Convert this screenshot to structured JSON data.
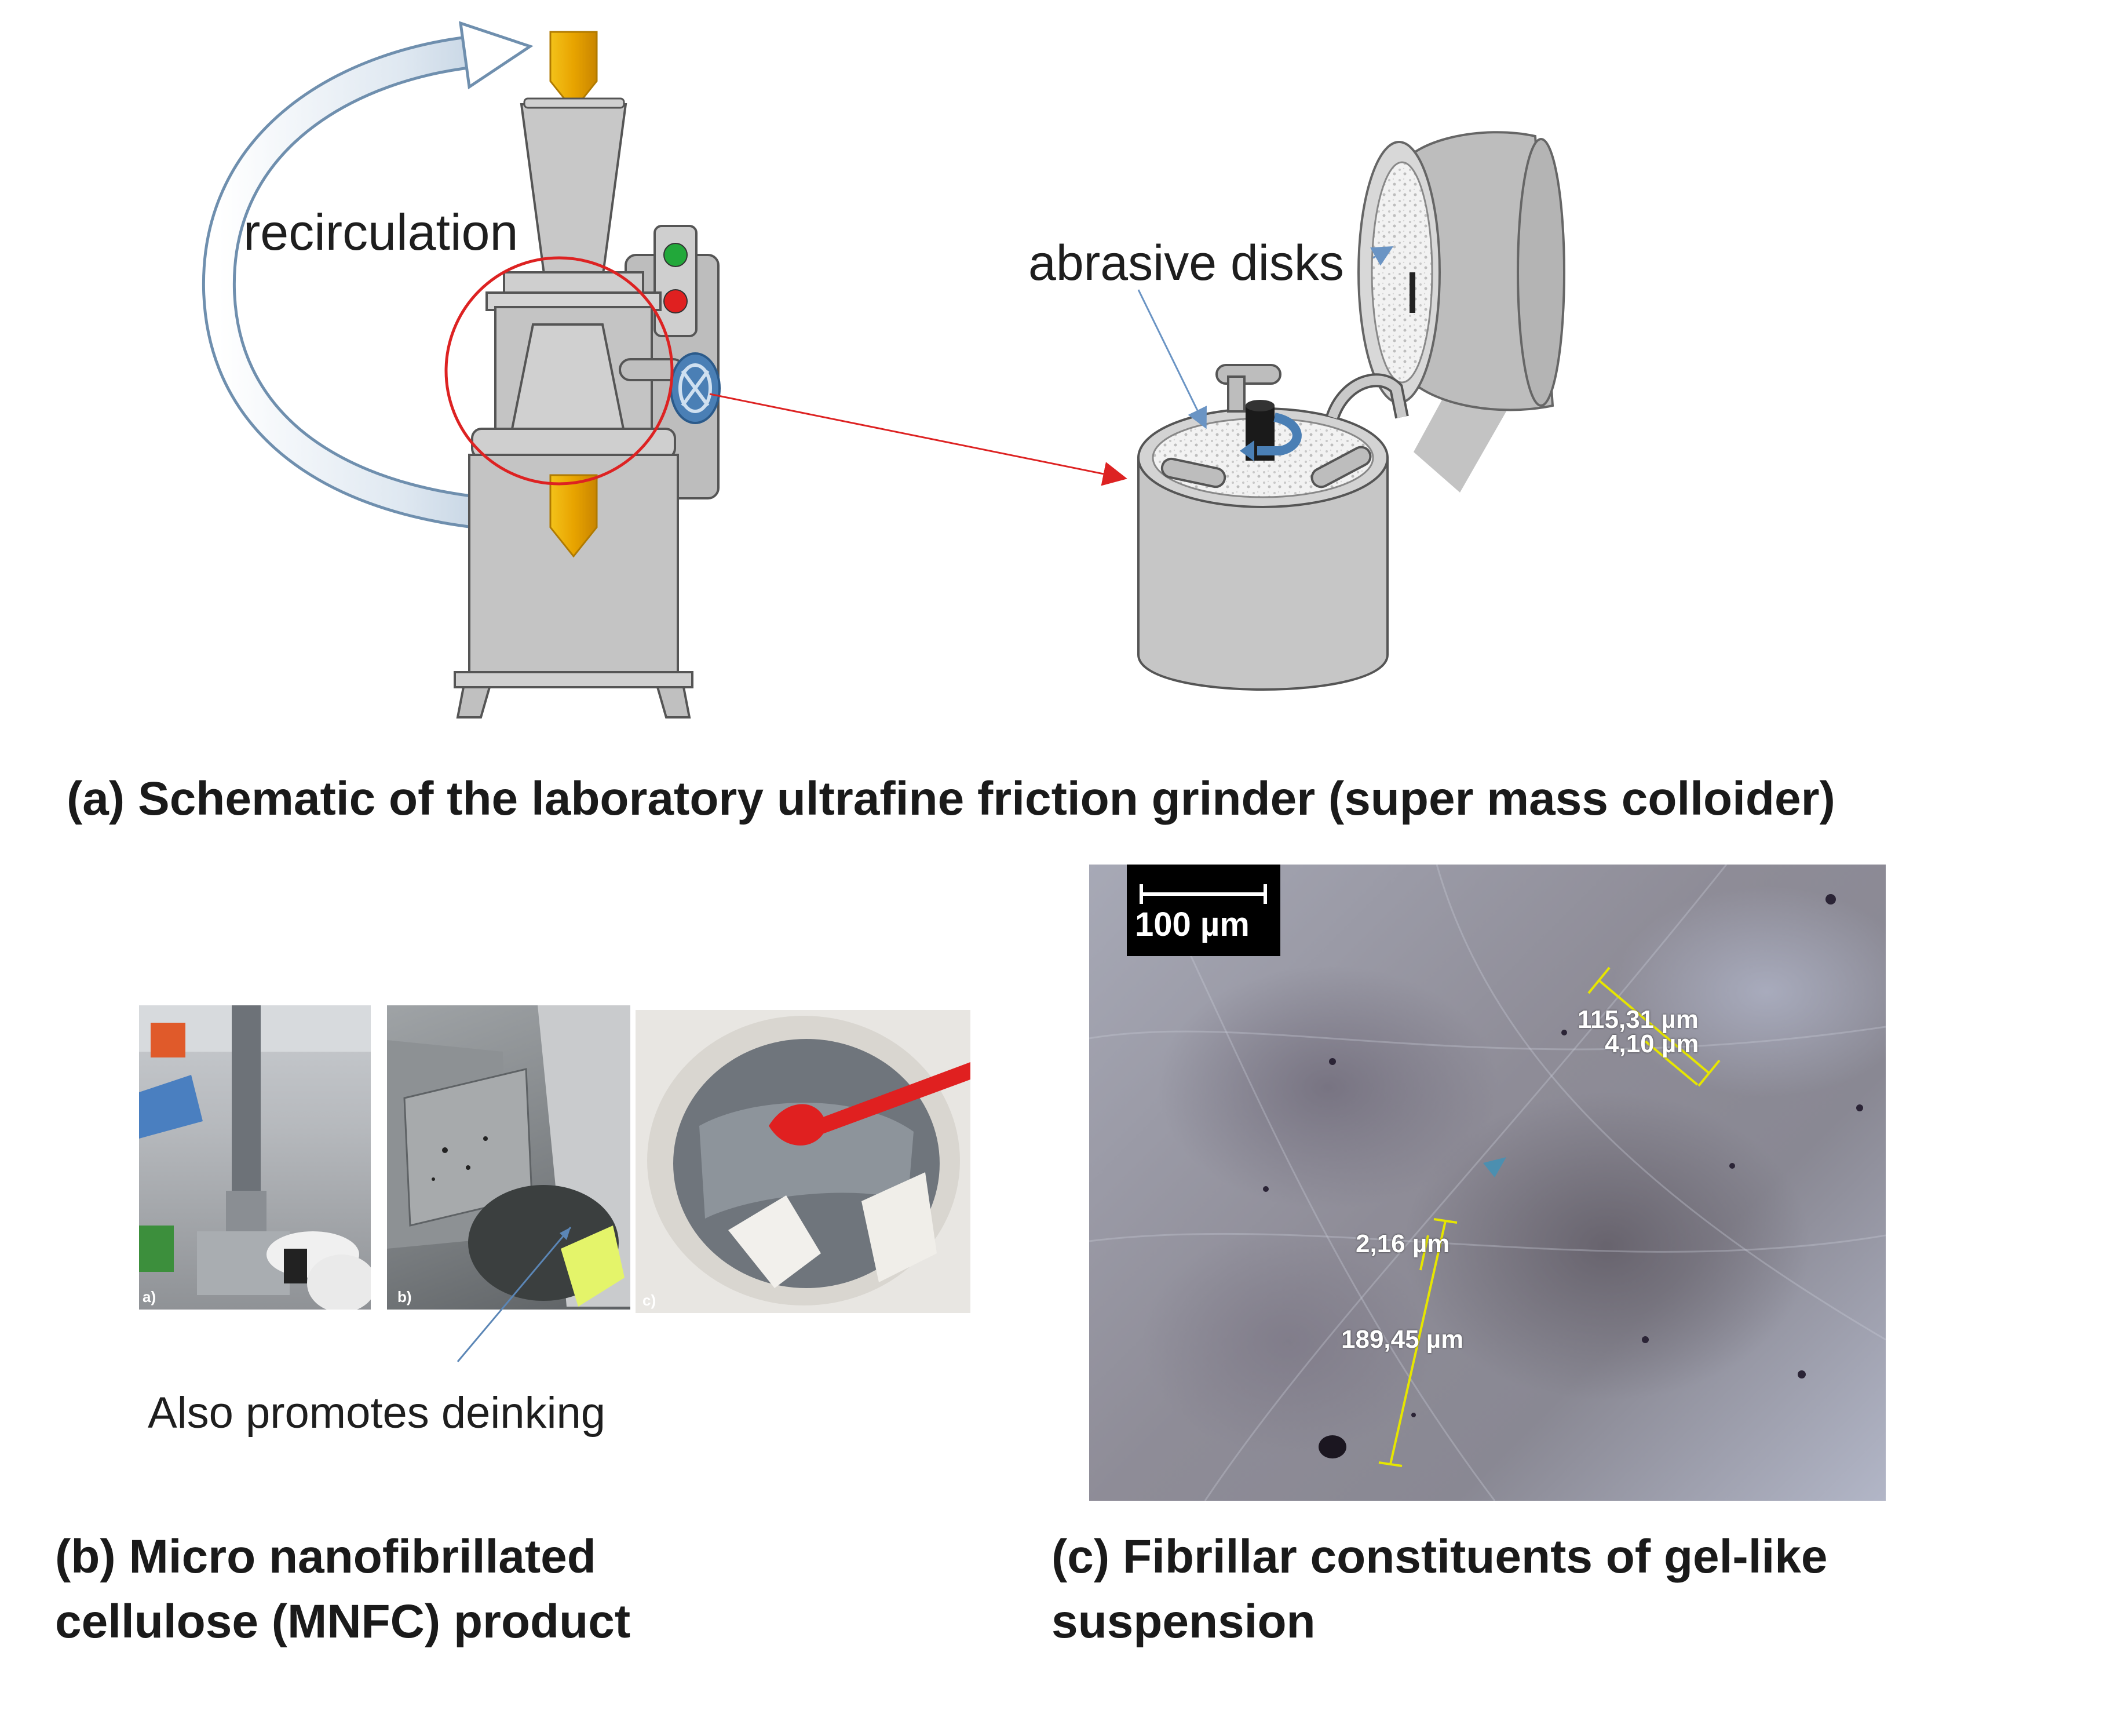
{
  "schematic": {
    "recirculation_label": "recirculation",
    "abrasive_disks_label": "abrasive disks",
    "caption": "(a) Schematic of the laboratory ultrafine friction grinder (super mass colloider)"
  },
  "product": {
    "photo_tags": [
      "a)",
      "b)",
      "c)"
    ],
    "note": "Also promotes deinking",
    "caption_line1": "(b) Micro nanofibrillated",
    "caption_line2": "cellulose (MNFC) product"
  },
  "micrograph": {
    "scale_bar": "100 µm",
    "measurements": [
      "115,31 µm",
      "4,10 µm",
      "2,16 µm",
      "189,45 µm"
    ],
    "caption_line1": "(c) Fibrillar constituents of gel-like",
    "caption_line2": "suspension"
  },
  "colors": {
    "machine_gray": "#c8c8c8",
    "outline": "#555555",
    "red_circle": "#dd2222",
    "arrow_blue": "#4a7fb5",
    "feed_arrow": "#e8a400",
    "measurement_yellow": "#e6e600"
  }
}
